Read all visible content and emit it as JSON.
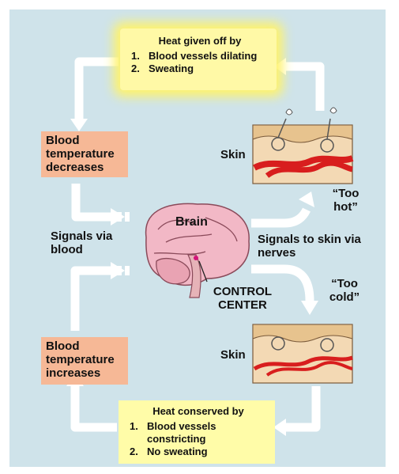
{
  "top_box": {
    "title": "Heat given off by",
    "items": [
      "Blood vessels dilating",
      "Sweating"
    ],
    "numbers": [
      "1.",
      "2."
    ]
  },
  "bottom_box": {
    "title": "Heat conserved by",
    "items": [
      "Blood vessels constricting",
      "No sweating"
    ],
    "numbers": [
      "1.",
      "2."
    ]
  },
  "left_top_box": "Blood temperature decreases",
  "left_bottom_box": "Blood temperature increases",
  "brain_label": "Brain",
  "control_center": "CONTROL CENTER",
  "signals_blood": "Signals via blood",
  "signals_nerves": "Signals to skin via nerves",
  "skin_top": "Skin",
  "skin_bottom": "Skin",
  "too_hot": "“Too hot”",
  "too_cold": "“Too cold”",
  "colors": {
    "background": "#cfe3ea",
    "hot_box": "#fff9a6",
    "temp_box": "#f6b896",
    "arrow": "#ffffff",
    "blood_vessel": "#d81e1e",
    "skin": "#e9c9a0",
    "brain": "#f2b8c6"
  }
}
